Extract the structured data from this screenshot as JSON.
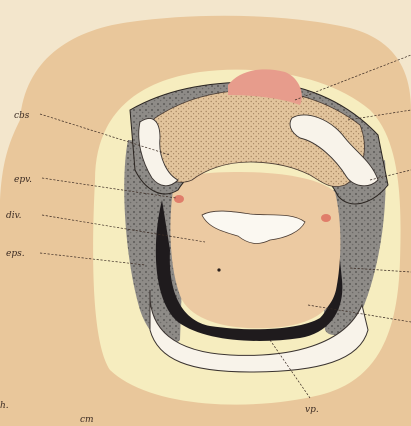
{
  "labels": {
    "cbs": "cbs",
    "epv": "epv.",
    "div": "div.",
    "eps": "eps.",
    "vp": "vp.",
    "cm": "cm",
    "h": "h."
  },
  "colors": {
    "paper": "#f3e6cc",
    "outer_tissue": "#e9c79b",
    "pale_zone": "#f6edbf",
    "cord_body": "#eccaa2",
    "cartilage": "#f8f3ea",
    "pink": "#e79c8c",
    "dark_band": "#1f1b1d",
    "grey_tissue": "#8d8a86"
  }
}
